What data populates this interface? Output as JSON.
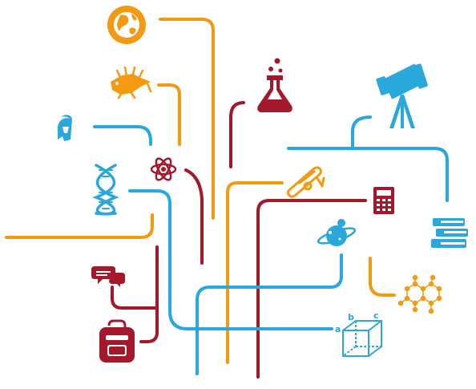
{
  "colors": {
    "orange": "#F29B12",
    "red": "#A3182A",
    "blue": "#2AA7DB"
  },
  "icons": [
    {
      "name": "globe-icon",
      "color": "orange"
    },
    {
      "name": "dinosaur-skeleton-icon",
      "color": "orange"
    },
    {
      "name": "spartan-helmet-icon",
      "color": "blue"
    },
    {
      "name": "dna-icon",
      "color": "blue"
    },
    {
      "name": "atom-icon",
      "color": "red"
    },
    {
      "name": "flask-icon",
      "color": "red"
    },
    {
      "name": "telescope-icon",
      "color": "blue"
    },
    {
      "name": "diploma-scroll-icon",
      "color": "orange"
    },
    {
      "name": "calculator-icon",
      "color": "red"
    },
    {
      "name": "planet-icon",
      "color": "blue"
    },
    {
      "name": "books-icon",
      "color": "blue"
    },
    {
      "name": "speech-bubbles-icon",
      "color": "red"
    },
    {
      "name": "backpack-icon",
      "color": "red"
    },
    {
      "name": "molecule-icon",
      "color": "orange"
    },
    {
      "name": "cube-icon",
      "color": "blue"
    }
  ],
  "cube_labels": {
    "a": "a",
    "b": "b",
    "c": "c"
  }
}
